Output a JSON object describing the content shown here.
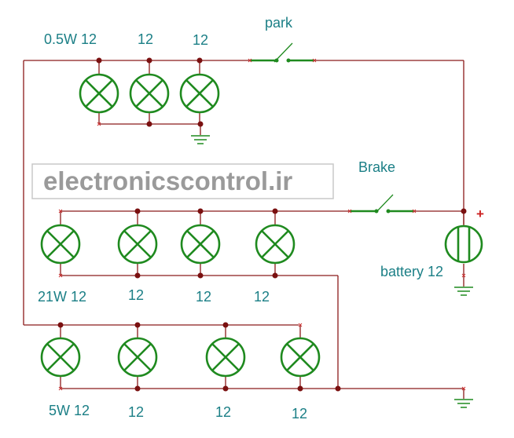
{
  "watermark": "electronicscontrol.ir",
  "labels": {
    "park": "park",
    "brake": "Brake",
    "battery": "battery 12",
    "battery_plus": "+",
    "top_row": [
      "0.5W 12",
      "12",
      "12"
    ],
    "middle_row": [
      "21W 12",
      "12",
      "12",
      "12"
    ],
    "bottom_row": [
      "5W 12",
      "12",
      "12",
      "12"
    ]
  },
  "colors": {
    "wire": "#8b1a1a",
    "component": "#1f8a1f",
    "label": "#1b7f86",
    "watermark_text": "#9a9a9a",
    "junction": "#7a1010"
  }
}
